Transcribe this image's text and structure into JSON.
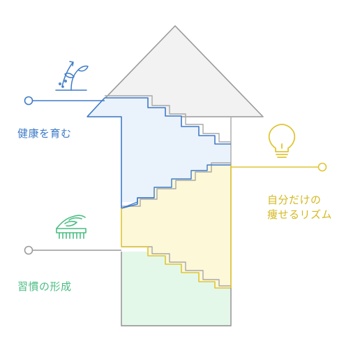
{
  "colors": {
    "health": "#3e7bc7",
    "rhythm": "#e0c534",
    "habit": "#4bbd82",
    "outline": "#9a9a9a",
    "arrow_fill": "#f2f2f2",
    "health_fill": "#eaf2fb",
    "rhythm_fill": "#fcf8d8",
    "habit_fill": "#e4f8ea"
  },
  "icons": {
    "health": "sprouting-plant-icon",
    "rhythm": "light-bulb-icon",
    "habit": "hand-with-brush-icon"
  },
  "labels": {
    "health": "健康を育む",
    "rhythm_line1": "自分だけの",
    "rhythm_line2": "痩せるリズム",
    "habit": "習慣の形成"
  }
}
